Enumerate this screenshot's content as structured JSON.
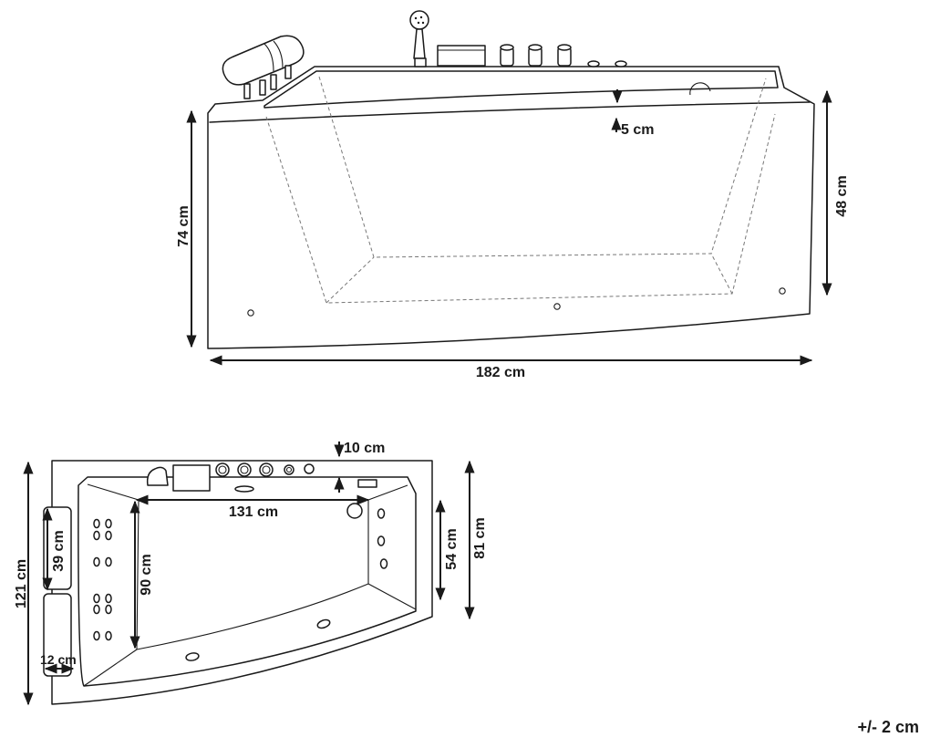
{
  "dimensions": {
    "length": "182 cm",
    "height": "74 cm",
    "inner_depth": "48 cm",
    "rim_step": "5 cm",
    "top_rim": "10 cm",
    "inner_length": "131 cm",
    "inner_width_left": "90 cm",
    "width_total": "121 cm",
    "headrest_length": "39 cm",
    "headrest_width": "12 cm",
    "inner_width_right": "54 cm",
    "width_right": "81 cm"
  },
  "tolerance": "+/- 2 cm"
}
